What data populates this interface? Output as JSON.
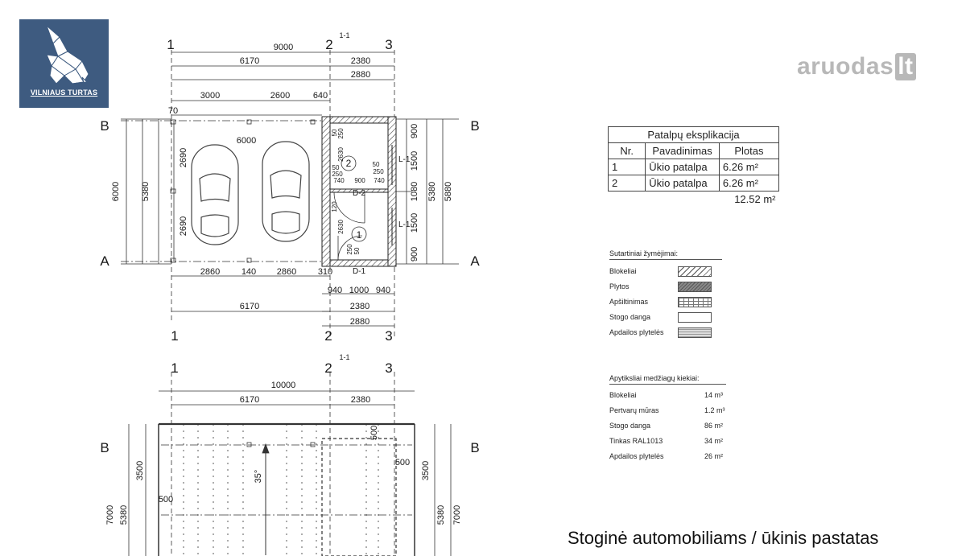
{
  "logo": {
    "text": "VILNIAUS TURTAS",
    "icon": "wolf-icon"
  },
  "watermark": {
    "text": "aruodas",
    "suffix": "lt"
  },
  "plan": {
    "axes": [
      "1",
      "2",
      "3"
    ],
    "axis_label": "1-1",
    "section_labels": [
      "A",
      "B"
    ],
    "dims": {
      "overall": "9000",
      "d6170": "6170",
      "d2380": "2380",
      "d2880": "2880",
      "d3000": "3000",
      "d2600": "2600",
      "d640": "640",
      "d70": "70",
      "d6000": "6000",
      "d5380": "5380",
      "d5880": "5880",
      "d2690": "2690",
      "d900": "900",
      "d1500": "1500",
      "d1080": "1080",
      "d2860": "2860",
      "d140": "140",
      "d310": "310",
      "d940": "940",
      "d1000": "1000",
      "d50": "50",
      "d250": "250",
      "d2630": "2630",
      "d740": "740",
      "d120": "120"
    },
    "rooms": [
      "1",
      "2"
    ],
    "doors": [
      "D-1",
      "D-2"
    ],
    "windows": [
      "L-1"
    ]
  },
  "roof": {
    "dims": {
      "overall": "10000",
      "d6170": "6170",
      "d2380": "2380",
      "d3500": "3500",
      "d7000": "7000",
      "d5380": "5380",
      "d500": "500"
    },
    "slope": "35°"
  },
  "explikacija": {
    "title": "Patalpų eksplikacija",
    "headers": [
      "Nr.",
      "Pavadinimas",
      "Plotas"
    ],
    "rows": [
      {
        "nr": "1",
        "name": "Ūkio patalpa",
        "area": "6.26 m²"
      },
      {
        "nr": "2",
        "name": "Ūkio patalpa",
        "area": "6.26 m²"
      }
    ],
    "total": "12.52 m²"
  },
  "legend": {
    "title": "Sutartiniai žymėjimai:",
    "items": [
      "Blokeliai",
      "Plytos",
      "Apšiltinimas",
      "Stogo danga",
      "Apdailos plytelės"
    ]
  },
  "materials": {
    "title": "Apytiksliai medžiagų kiekiai:",
    "items": [
      {
        "name": "Blokeliai",
        "value": "14 m³"
      },
      {
        "name": "Pertvarų mūras",
        "value": "1.2 m³"
      },
      {
        "name": "Stogo danga",
        "value": "86 m²"
      },
      {
        "name": "Tinkas RAL1013",
        "value": "34 m²"
      },
      {
        "name": "Apdailos plytelės",
        "value": "26 m²"
      }
    ]
  },
  "caption": "Stoginė automobiliams / ūkinis pastatas"
}
